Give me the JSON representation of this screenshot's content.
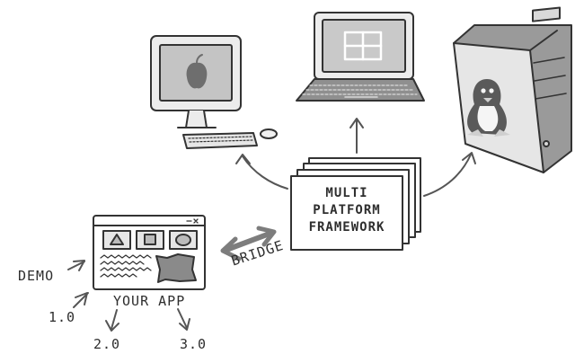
{
  "framework": {
    "lines": [
      "MULTI",
      "PLATFORM",
      "FRAMEWORK"
    ]
  },
  "bridge_label": "BRIDGE",
  "app_label": "YOUR APP",
  "versions": {
    "demo": "DEMO",
    "v1": "1.0",
    "v2": "2.0",
    "v3": "3.0"
  },
  "platforms": [
    {
      "name": "mac-desktop",
      "logo": "apple-logo-icon"
    },
    {
      "name": "windows-laptop",
      "logo": "windows-logo-icon"
    },
    {
      "name": "linux-tower",
      "logo": "tux-penguin-icon"
    }
  ],
  "colors": {
    "ink": "#2e2e2e",
    "screen_fill": "#c9c9c9",
    "body_fill": "#ececec",
    "bridge_arrow": "#7d7d7d",
    "outline": "#333333"
  }
}
